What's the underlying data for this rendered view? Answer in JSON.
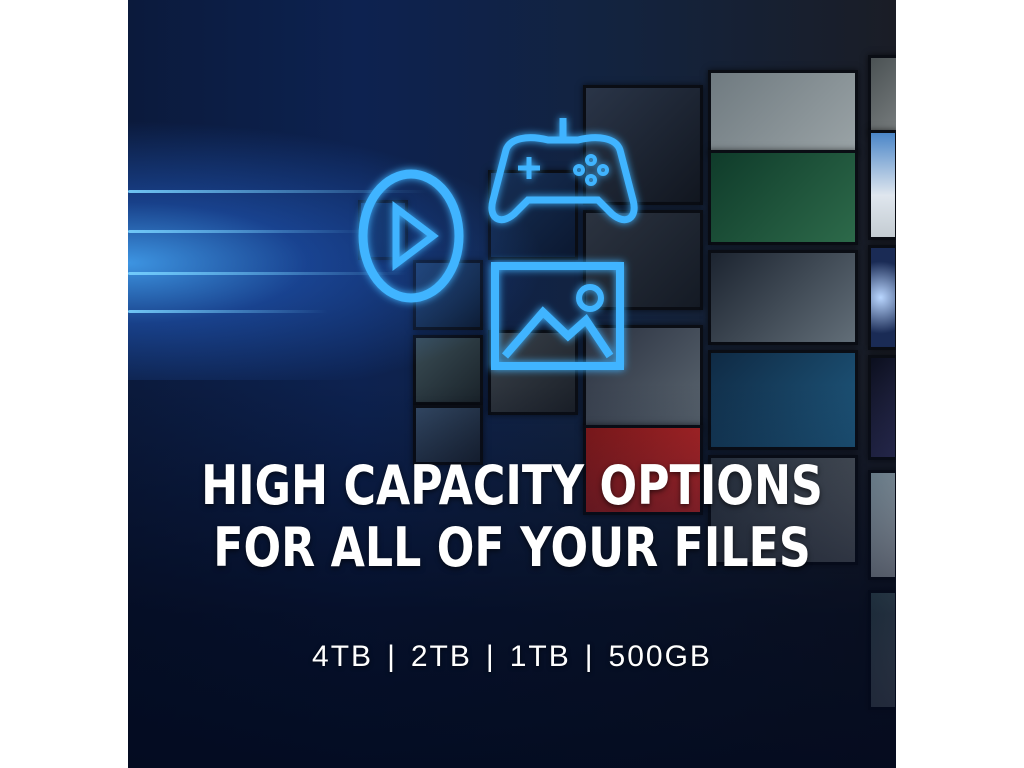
{
  "headline": {
    "line1": "HIGH CAPACITY OPTIONS",
    "line2": "FOR ALL OF YOUR FILES"
  },
  "capacities": [
    "4TB",
    "2TB",
    "1TB",
    "500GB"
  ],
  "separator": "|",
  "icons": [
    "play-icon",
    "gamepad-icon",
    "image-icon"
  ],
  "colors": {
    "accent": "#3fb4ff",
    "background_dark": "#0b1a3c",
    "text": "#ffffff"
  }
}
